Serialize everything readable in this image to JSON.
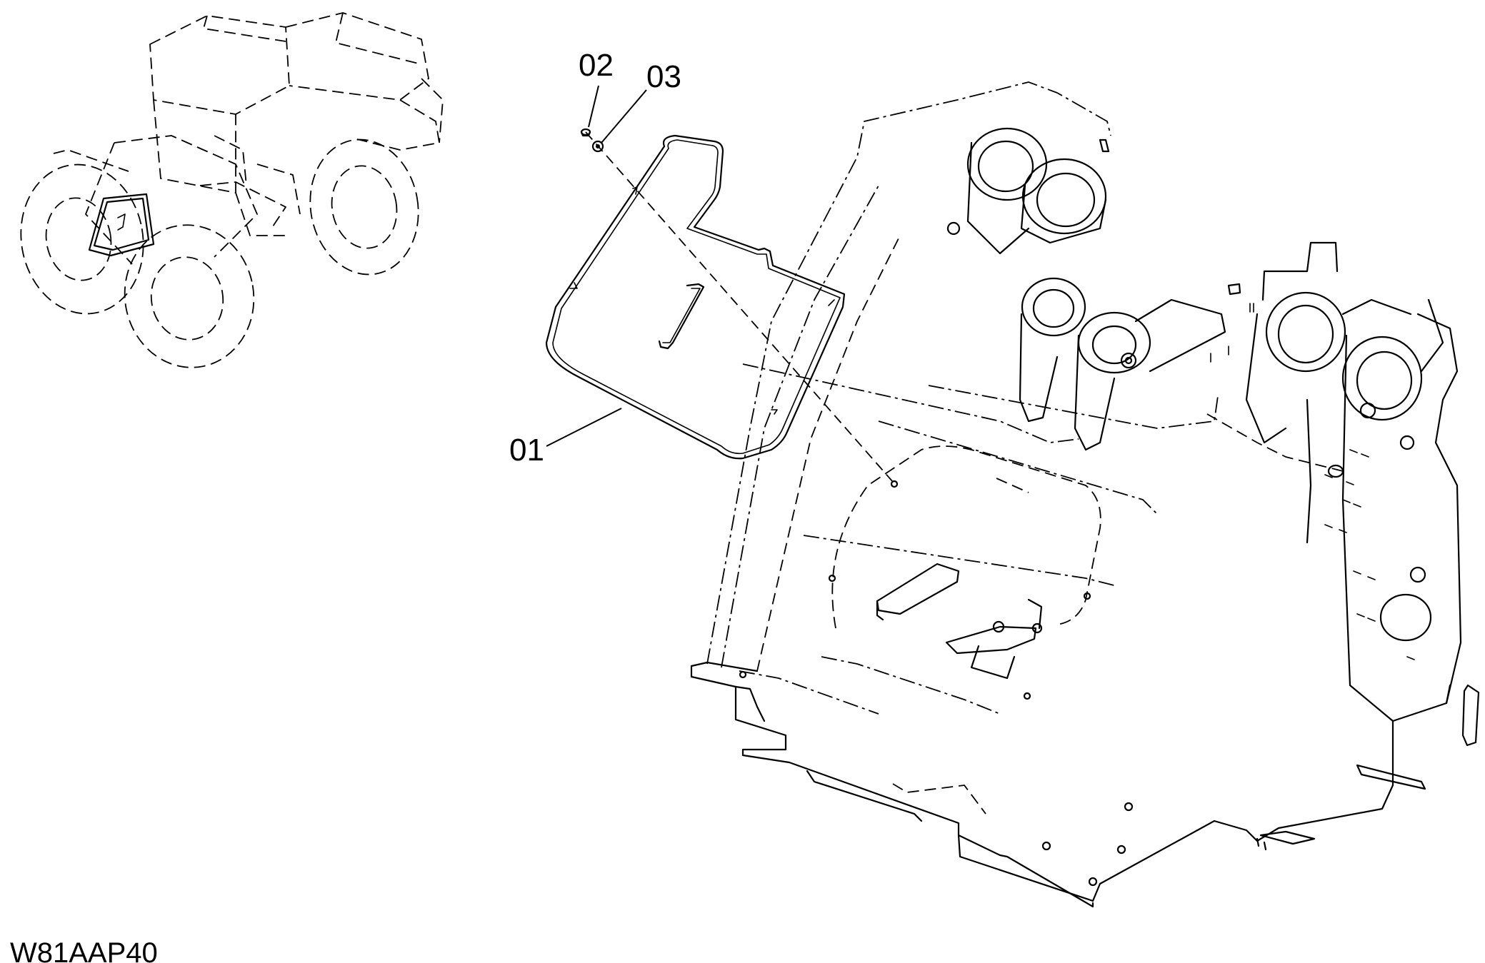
{
  "drawing": {
    "code": "W81AAP40",
    "callouts": [
      {
        "id": "01"
      },
      {
        "id": "02"
      },
      {
        "id": "03"
      }
    ],
    "line_color": "#000000",
    "background": "#ffffff"
  }
}
